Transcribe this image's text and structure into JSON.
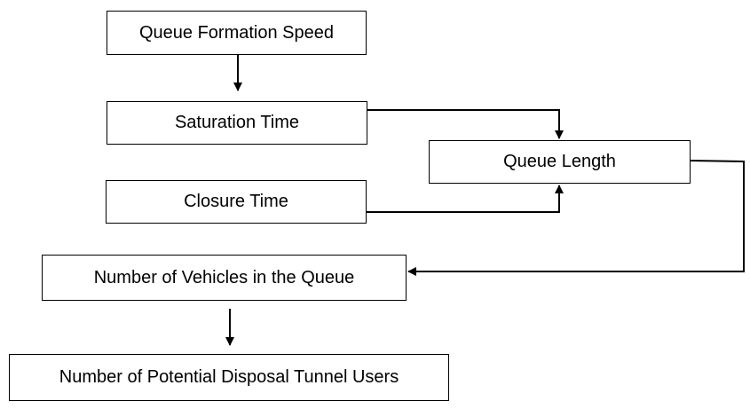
{
  "nodes": {
    "queue_formation_speed": "Queue Formation Speed",
    "saturation_time": "Saturation Time",
    "queue_length": "Queue Length",
    "closure_time": "Closure Time",
    "vehicles_in_queue": "Number of Vehicles in the Queue",
    "potential_users": "Number of Potential Disposal Tunnel Users"
  },
  "edges": [
    {
      "from": "queue_formation_speed",
      "to": "saturation_time"
    },
    {
      "from": "saturation_time",
      "to": "queue_length"
    },
    {
      "from": "closure_time",
      "to": "queue_length"
    },
    {
      "from": "queue_length",
      "to": "vehicles_in_queue"
    },
    {
      "from": "vehicles_in_queue",
      "to": "potential_users"
    }
  ],
  "colors": {
    "line": "#000000",
    "box_border": "#000000",
    "background": "#ffffff"
  }
}
